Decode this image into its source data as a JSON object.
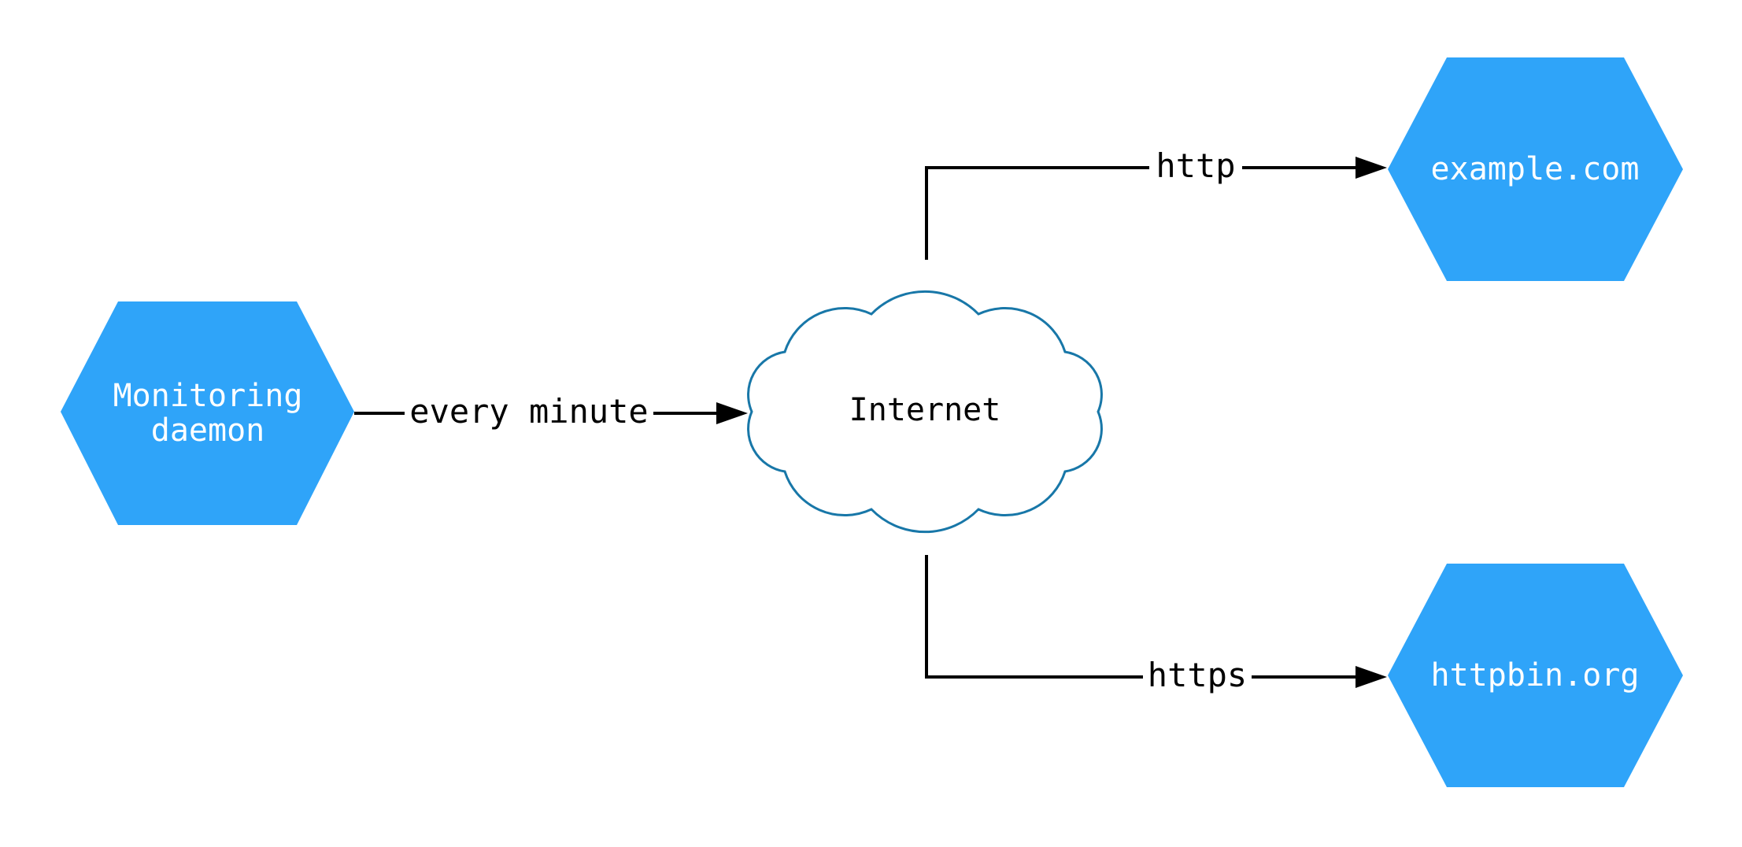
{
  "diagram": {
    "type": "network-topology",
    "nodes": {
      "monitoring_daemon": {
        "label": "Monitoring daemon",
        "shape": "hexagon"
      },
      "internet": {
        "label": "Internet",
        "shape": "cloud"
      },
      "example_com": {
        "label": "example.com",
        "shape": "hexagon"
      },
      "httpbin_org": {
        "label": "httpbin.org",
        "shape": "hexagon"
      }
    },
    "edges": [
      {
        "from": "monitoring_daemon",
        "to": "internet",
        "label": "every minute"
      },
      {
        "from": "internet",
        "to": "example_com",
        "label": "http"
      },
      {
        "from": "internet",
        "to": "httpbin_org",
        "label": "https"
      }
    ],
    "colors": {
      "hexagon_fill": "#2fa4f9",
      "hexagon_label": "#ffffff",
      "cloud_stroke": "#1877a8",
      "cloud_fill": "#ffffff",
      "edge": "#000000",
      "edge_label": "#000000",
      "background": "#ffffff"
    }
  }
}
